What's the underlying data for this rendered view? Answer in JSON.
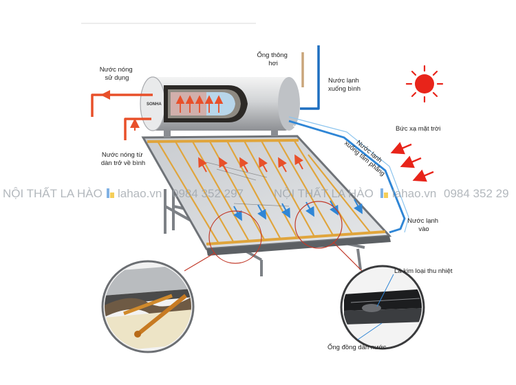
{
  "labels": {
    "hot_water_use": [
      "Nước nóng",
      "sử dụng"
    ],
    "vent_pipe": [
      "Ống thông",
      "hơi"
    ],
    "cold_to_tank": [
      "Nước lạnh",
      "xuống bình"
    ],
    "hot_from_panel": [
      "Nước nóng từ",
      "dàn trở về bình"
    ],
    "solar_radiation": "Bức xạ mặt trời",
    "cold_to_panel": [
      "Nước lạnh",
      "xuống tấm phẳng"
    ],
    "cold_in": [
      "Nước lạnh",
      "vào"
    ],
    "absorber_fin": "Lá kim loại thu nhiệt",
    "copper_tube": "Ống đồng dẫn nước",
    "tank_brand": "SONHA"
  },
  "watermark": {
    "text_1": "NỘI THẤT LA HÀO",
    "site_1": "lahao.vn",
    "phone_1": "0984 352 297",
    "text_2": "NỘI THẤT LA HÀO",
    "site_2": "lahao.vn",
    "phone_2": "0984 352 29"
  },
  "colors": {
    "hot": "#e8502a",
    "cold": "#1e6fc0",
    "vent": "#c9a57a",
    "sun": "#e8241a",
    "tube_gold": "#e0a53c",
    "zoom_ring": "#c23a2a"
  }
}
